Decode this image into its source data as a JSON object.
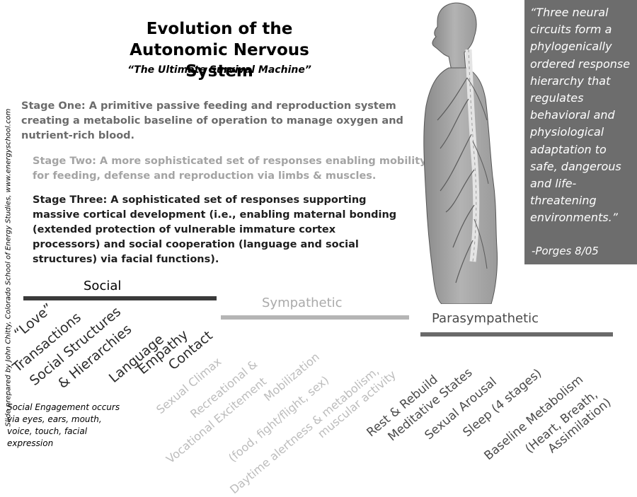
{
  "title": [
    "Evolution of the",
    "Autonomic Nervous System"
  ],
  "subtitle": "“The Ultimate Survival Machine”",
  "stage_one": "Stage One: A primitive passive feeding and reproduction system creating a metabolic baseline of operation to manage oxygen and nutrient-rich blood.",
  "stage_two": "Stage Two: A more sophisticated set of responses enabling mobility for feeding, defense and reproduction via limbs & muscles.",
  "stage_three": "Stage Three: A sophisticated set of responses supporting massive cortical development (i.e., enabling maternal bonding (extended protection of vulnerable immature cortex processors) and social cooperation (language and social structures) via facial functions).",
  "quote": "“Three neural circuits form a phylogenically ordered response hierarchy that regulates behavioral and physiological adaptation to safe, dangerous and life-threatening environments.”",
  "quote_attribution": "-Porges 8/05",
  "credit": "Slide prepared by John Chitty, Colorado School of Energy Studies, www.energyschool.com",
  "social": {
    "label": "Social",
    "items": [
      "“Love”",
      "Transactions",
      "Social Structures",
      "& Hierarchies",
      "Language",
      "Empathy",
      "Contact"
    ],
    "note": "Social Engagement occurs via eyes, ears, mouth, voice, touch, facial expression"
  },
  "sympathetic": {
    "label": "Sympathetic",
    "items": [
      "Sexual Climax",
      "Recreational &",
      "Vocational Excitement",
      "Mobilization",
      "(food, fight/flight, sex)",
      "Daytime alertness & metabolism,",
      "muscular activity"
    ]
  },
  "parasympathetic": {
    "label": "Parasympathetic",
    "items": [
      "Rest & Rebuild",
      "Meditative States",
      "Sexual Arousal",
      "Sleep (4 stages)",
      "Baseline Metabolism",
      "(Heart, Breath,",
      "Assimilation)"
    ]
  },
  "colors": {
    "social_bar": "#3a3a3a",
    "sympathetic_bar": "#b5b5b5",
    "parasympathetic_bar": "#6a6a6a",
    "quote_bg": "#6d6d6d"
  }
}
